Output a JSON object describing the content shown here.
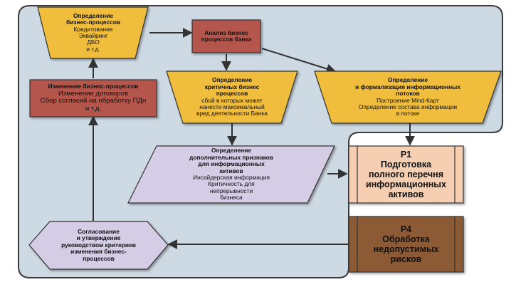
{
  "nodes": {
    "n1": {
      "title": [
        "Определение",
        "бизнес-процессов"
      ],
      "lines": [
        "Кредитование",
        "Эквайринг",
        "ДБО",
        "и т.д."
      ]
    },
    "n2": {
      "title": [
        "Анализ бизнес",
        "процессов банка"
      ]
    },
    "n3": {
      "title": [
        "Изменение бизнес-процессов"
      ],
      "lines": [
        "Изменение договоров",
        "Сбор согласий на обработку ПДн",
        "и т.д."
      ]
    },
    "n4": {
      "title": [
        "Определение",
        "критичных бизнес",
        "процессов"
      ],
      "lines": [
        "сбой в которых может",
        "нанести максимальный",
        "вред деятельности Банка"
      ]
    },
    "n5": {
      "title": [
        "Определение",
        "и формализация информационных",
        "потоков"
      ],
      "lines": [
        "Построение Mind-Карт",
        "Определение состава информации",
        "в потоке"
      ]
    },
    "n6": {
      "title": [
        "Определение",
        "дополнительных признаков",
        "для информационных",
        "активов"
      ],
      "lines": [
        "Инсайдерская информация",
        "Критичность для",
        "непрерывности",
        "бизнеса"
      ]
    },
    "n7": {
      "title": [
        "P1",
        "Подготовка",
        "полного перечня",
        "информационных",
        "активов"
      ]
    },
    "n8": {
      "title": [
        "Согласование",
        "и утверждение",
        "руководством критериев",
        "изменения бизнес-",
        "процессов"
      ]
    },
    "n9": {
      "title": [
        "P4",
        "Обработка",
        "недопустимых",
        "рисков"
      ]
    }
  },
  "colors": {
    "background_panel": "#cdd9e3",
    "panel_border": "#3b3b3b",
    "yellow": "#f0bd3c",
    "red": "#b4574b",
    "lavender": "#d5cce6",
    "peach": "#f6ceb1",
    "brown": "#8c5a36",
    "arrow": "#333333"
  }
}
